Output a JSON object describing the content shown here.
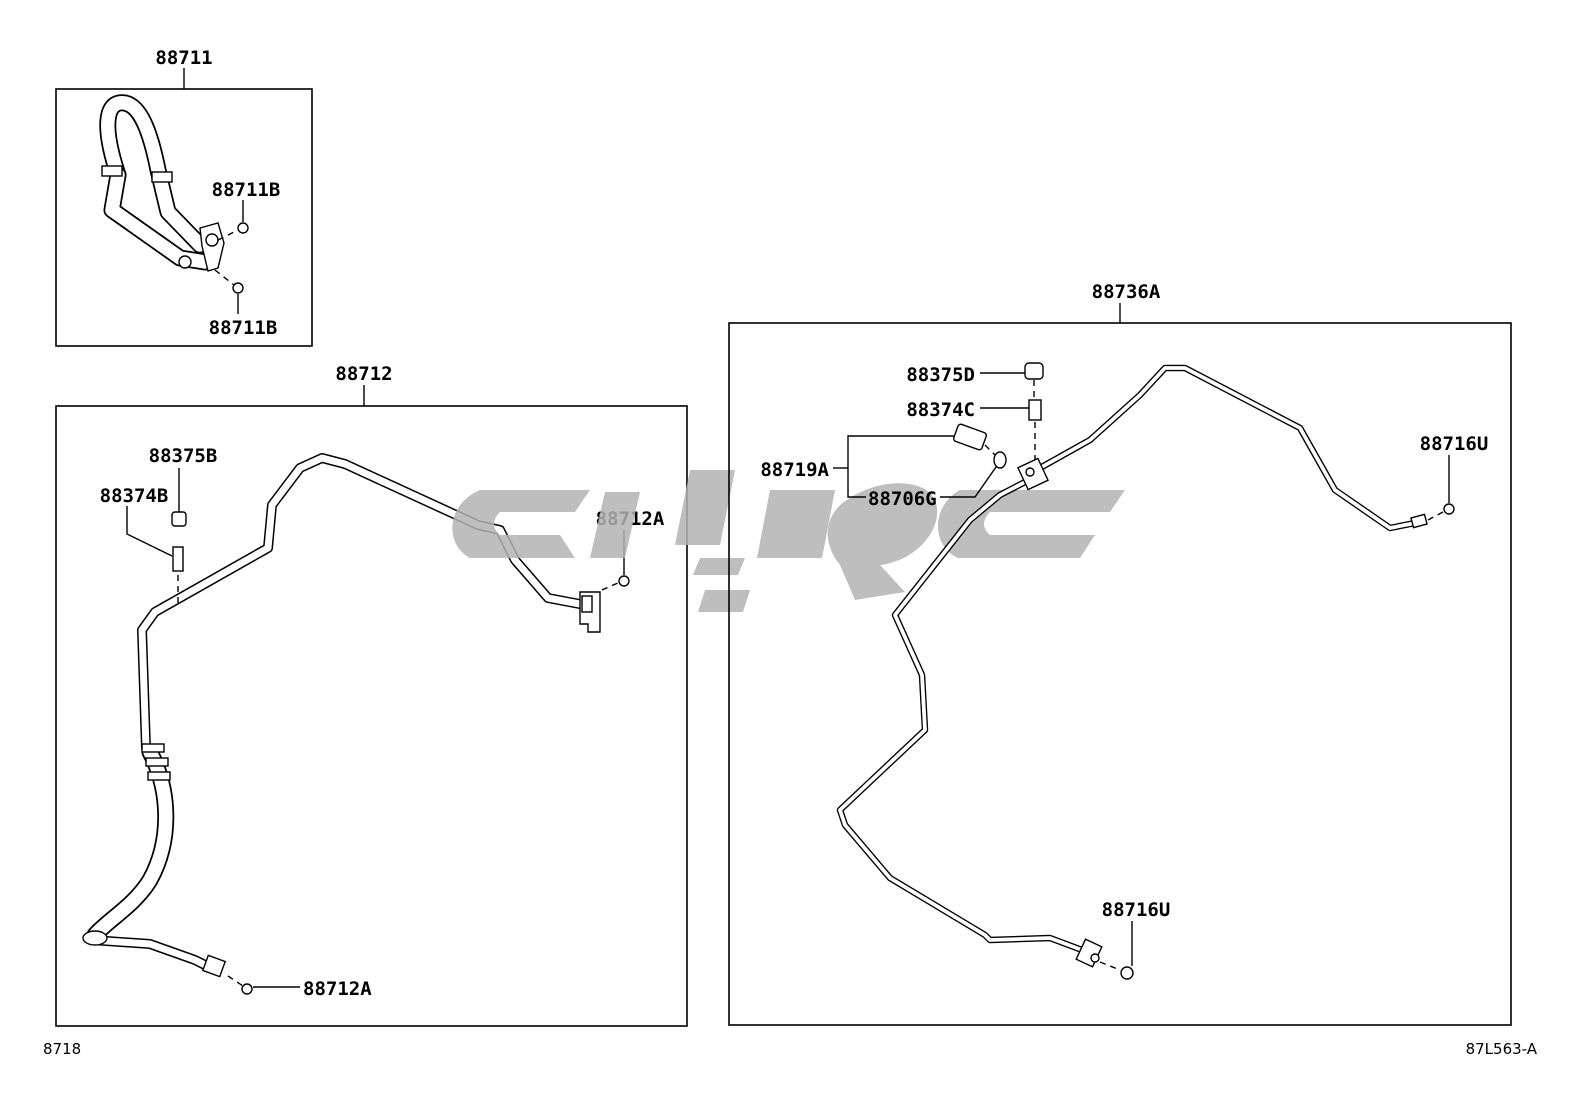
{
  "labels": {
    "group_88711": "88711",
    "p_88711B_top": "88711B",
    "p_88711B_bottom": "88711B",
    "group_88712": "88712",
    "p_88375B": "88375B",
    "p_88374B": "88374B",
    "p_88712A_top": "88712A",
    "p_88712A_bottom": "88712A",
    "group_88736A": "88736A",
    "p_88375D": "88375D",
    "p_88374C": "88374C",
    "p_88719A": "88719A",
    "p_88706G": "88706G",
    "p_88716U_right": "88716U",
    "p_88716U_bottom": "88716U"
  },
  "footer": {
    "left_code": "8718",
    "right_code": "87L563-A"
  },
  "colors": {
    "line": "#000000",
    "background": "#ffffff",
    "watermark": "#b3b3b3"
  }
}
